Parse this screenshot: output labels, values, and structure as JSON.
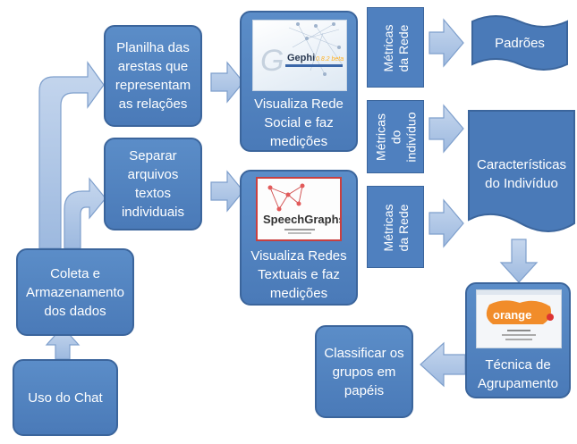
{
  "nodes": {
    "uso_chat": "Uso do Chat",
    "coleta": [
      "Coleta e",
      "Armazenamento",
      "dos dados"
    ],
    "planilha": [
      "Planilha das",
      "arestas que",
      "representam",
      "as relações"
    ],
    "separar": [
      "Separar",
      "arquivos",
      "textos",
      "individuais"
    ],
    "visualiza_social": [
      "Visualiza Rede",
      "Social e faz",
      "medições"
    ],
    "visualiza_textuais": [
      "Visualiza Redes",
      "Textuais e faz",
      "medições"
    ],
    "metricas_rede_1": [
      "Métricas",
      "da Rede"
    ],
    "metricas_individuo": [
      "Métricas",
      "do",
      "indivíduo"
    ],
    "metricas_rede_2": [
      "Métricas",
      "da Rede"
    ],
    "padroes": "Padrões",
    "caracteristicas": [
      "Características",
      "do Indivíduo"
    ],
    "tecnica": [
      "Técnica de",
      "Agrupamento"
    ],
    "classificar": [
      "Classificar os",
      "grupos em",
      "papéis"
    ]
  },
  "logos": {
    "gephi_name": "Gephi",
    "gephi_version": "0.8.2 beta",
    "speechgraphs_name": "SpeechGraphs",
    "orange_name": "orange"
  },
  "colors": {
    "box_fill": "#4a7ab8",
    "box_border": "#3b659c",
    "arrow_fill": "#a9c1e3",
    "arrow_stroke": "#7e9fcc",
    "text": "#ffffff"
  }
}
